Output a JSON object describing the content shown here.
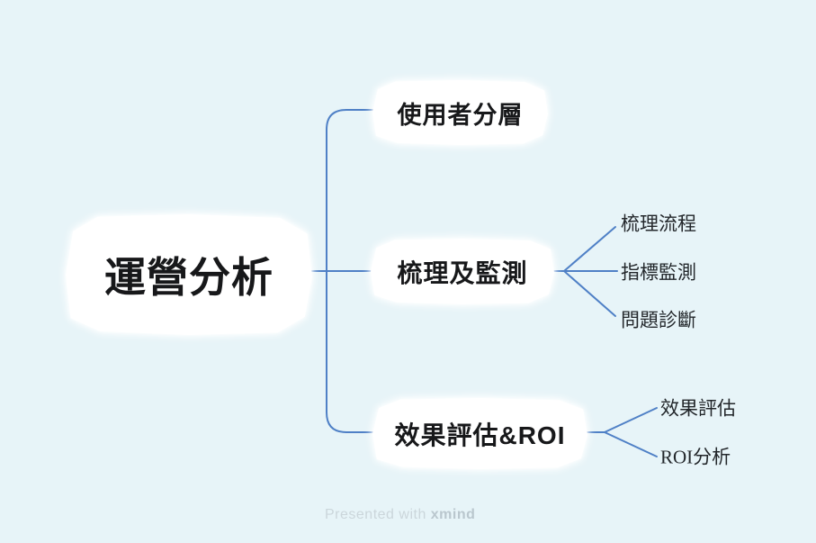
{
  "canvas": {
    "background_color": "#e7f4f8",
    "connector_color": "#4f80c6",
    "node_fill_color": "#ffffff",
    "node_text_color": "#17181a"
  },
  "root": {
    "label": "運營分析"
  },
  "branches": [
    {
      "label": "使用者分層",
      "children": []
    },
    {
      "label": "梳理及監測",
      "children": [
        {
          "label": "梳理流程"
        },
        {
          "label": "指標監測"
        },
        {
          "label": "問題診斷"
        }
      ]
    },
    {
      "label": "效果評估&ROI",
      "children": [
        {
          "label": "效果評估"
        },
        {
          "label": "ROI分析"
        }
      ]
    }
  ],
  "footer": {
    "prefix": "Presented with ",
    "brand": "xmind"
  }
}
